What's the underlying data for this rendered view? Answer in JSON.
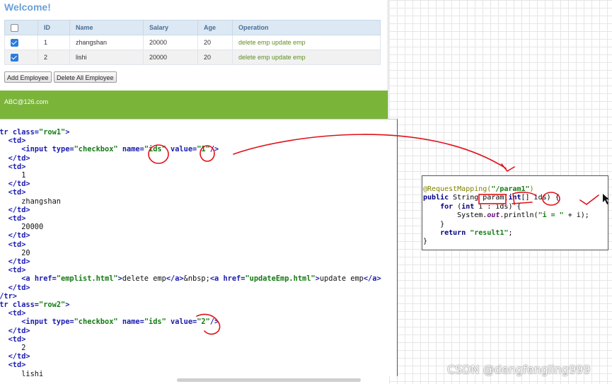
{
  "webpage": {
    "title": "Welcome!",
    "table": {
      "headers": [
        "",
        "ID",
        "Name",
        "Salary",
        "Age",
        "Operation"
      ],
      "rows": [
        {
          "checked": true,
          "id": "1",
          "name": "zhangshan",
          "salary": "20000",
          "age": "20",
          "delete": "delete emp",
          "update": "update emp"
        },
        {
          "checked": true,
          "id": "2",
          "name": "lishi",
          "salary": "20000",
          "age": "20",
          "delete": "delete emp",
          "update": "update emp"
        }
      ]
    },
    "buttons": {
      "add": "Add Employee",
      "delete_all": "Delete All Employee"
    },
    "footer": "ABC@126.com"
  },
  "code_lines": [
    [
      [
        "tg",
        "<tr "
      ],
      [
        "at",
        "class="
      ],
      [
        "vl",
        "\"row1\""
      ],
      [
        "tg",
        ">"
      ]
    ],
    [
      [
        "p",
        "   "
      ],
      [
        "tg",
        "<td>"
      ]
    ],
    [
      [
        "p",
        "      "
      ],
      [
        "tg",
        "<input "
      ],
      [
        "at",
        "type="
      ],
      [
        "vl",
        "\"checkbox\" "
      ],
      [
        "at",
        "name="
      ],
      [
        "vl",
        "\"ids\" "
      ],
      [
        "at",
        "value="
      ],
      [
        "vl",
        "\"1\""
      ],
      [
        "tg",
        "/>"
      ]
    ],
    [
      [
        "p",
        "   "
      ],
      [
        "tg",
        "</td>"
      ]
    ],
    [
      [
        "p",
        "   "
      ],
      [
        "tg",
        "<td>"
      ]
    ],
    [
      [
        "p",
        "      1"
      ]
    ],
    [
      [
        "p",
        "   "
      ],
      [
        "tg",
        "</td>"
      ]
    ],
    [
      [
        "p",
        "   "
      ],
      [
        "tg",
        "<td>"
      ]
    ],
    [
      [
        "p",
        "      zhangshan"
      ]
    ],
    [
      [
        "p",
        "   "
      ],
      [
        "tg",
        "</td>"
      ]
    ],
    [
      [
        "p",
        "   "
      ],
      [
        "tg",
        "<td>"
      ]
    ],
    [
      [
        "p",
        "      20000"
      ]
    ],
    [
      [
        "p",
        "   "
      ],
      [
        "tg",
        "</td>"
      ]
    ],
    [
      [
        "p",
        "   "
      ],
      [
        "tg",
        "<td>"
      ]
    ],
    [
      [
        "p",
        "      20"
      ]
    ],
    [
      [
        "p",
        "   "
      ],
      [
        "tg",
        "</td>"
      ]
    ],
    [
      [
        "p",
        "   "
      ],
      [
        "tg",
        "<td>"
      ]
    ],
    [
      [
        "p",
        "      "
      ],
      [
        "tg",
        "<a "
      ],
      [
        "at",
        "href="
      ],
      [
        "vl",
        "\"emplist.html\""
      ],
      [
        "tg",
        ">"
      ],
      [
        "p",
        "delete emp"
      ],
      [
        "tg",
        "</a>"
      ],
      [
        "p",
        "&nbsp;"
      ],
      [
        "tg",
        "<a "
      ],
      [
        "at",
        "href="
      ],
      [
        "vl",
        "\"updateEmp.html\""
      ],
      [
        "tg",
        ">"
      ],
      [
        "p",
        "update emp"
      ],
      [
        "tg",
        "</a>"
      ]
    ],
    [
      [
        "p",
        "   "
      ],
      [
        "tg",
        "</td>"
      ]
    ],
    [
      [
        "tg",
        "</tr>"
      ]
    ],
    [
      [
        "tg",
        "<tr "
      ],
      [
        "at",
        "class="
      ],
      [
        "vl",
        "\"row2\""
      ],
      [
        "tg",
        ">"
      ]
    ],
    [
      [
        "p",
        "   "
      ],
      [
        "tg",
        "<td>"
      ]
    ],
    [
      [
        "p",
        "      "
      ],
      [
        "tg",
        "<input "
      ],
      [
        "at",
        "type="
      ],
      [
        "vl",
        "\"checkbox\" "
      ],
      [
        "at",
        "name="
      ],
      [
        "vl",
        "\"ids\" "
      ],
      [
        "at",
        "value="
      ],
      [
        "vl",
        "\"2\""
      ],
      [
        "tg",
        "/>"
      ]
    ],
    [
      [
        "p",
        "   "
      ],
      [
        "tg",
        "</td>"
      ]
    ],
    [
      [
        "p",
        "   "
      ],
      [
        "tg",
        "<td>"
      ]
    ],
    [
      [
        "p",
        "      2"
      ]
    ],
    [
      [
        "p",
        "   "
      ],
      [
        "tg",
        "</td>"
      ]
    ],
    [
      [
        "p",
        "   "
      ],
      [
        "tg",
        "<td>"
      ]
    ],
    [
      [
        "p",
        "      lishi"
      ]
    ]
  ],
  "java_lines": [
    [
      [
        "an",
        "@RequestMapping("
      ],
      [
        "st",
        "\"/param1\""
      ],
      [
        "an",
        ")"
      ]
    ],
    [
      [
        "kw",
        "public "
      ],
      [
        "fn",
        "String param("
      ],
      [
        "kw",
        "int"
      ],
      [
        "fn",
        "[] ids) {"
      ]
    ],
    [
      [
        "fn",
        "    "
      ],
      [
        "kw",
        "for "
      ],
      [
        "fn",
        "("
      ],
      [
        "kw",
        "int "
      ],
      [
        "fn",
        "i : ids) {"
      ]
    ],
    [
      [
        "fn",
        "        System."
      ],
      [
        "it",
        "out"
      ],
      [
        "fn",
        ".println("
      ],
      [
        "st",
        "\"i = \" "
      ],
      [
        "fn",
        "+ i);"
      ]
    ],
    [
      [
        "fn",
        "    }"
      ]
    ],
    [
      [
        "fn",
        "    "
      ],
      [
        "kw",
        "return "
      ],
      [
        "st",
        "\"result1\""
      ],
      [
        "fn",
        ";"
      ]
    ],
    [
      [
        "fn",
        "}"
      ]
    ]
  ],
  "watermark": "CSDN @dengfengling999",
  "colors": {
    "header_bg": "#dce8f4",
    "footer_bg": "#7ab53a",
    "title": "#6aa1d8",
    "annotation": "#e0101a"
  }
}
